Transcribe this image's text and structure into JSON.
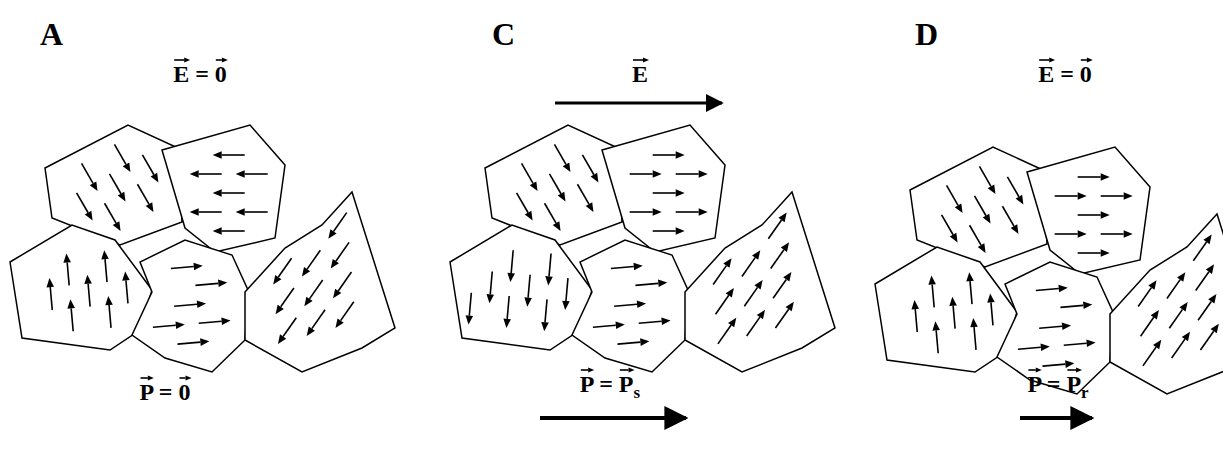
{
  "diagram": {
    "labels": [
      "A",
      "E = 0",
      "P = 0",
      "C",
      "E",
      "P = P",
      "s",
      "D",
      "E = 0",
      "P = P",
      "r"
    ]
  }
}
